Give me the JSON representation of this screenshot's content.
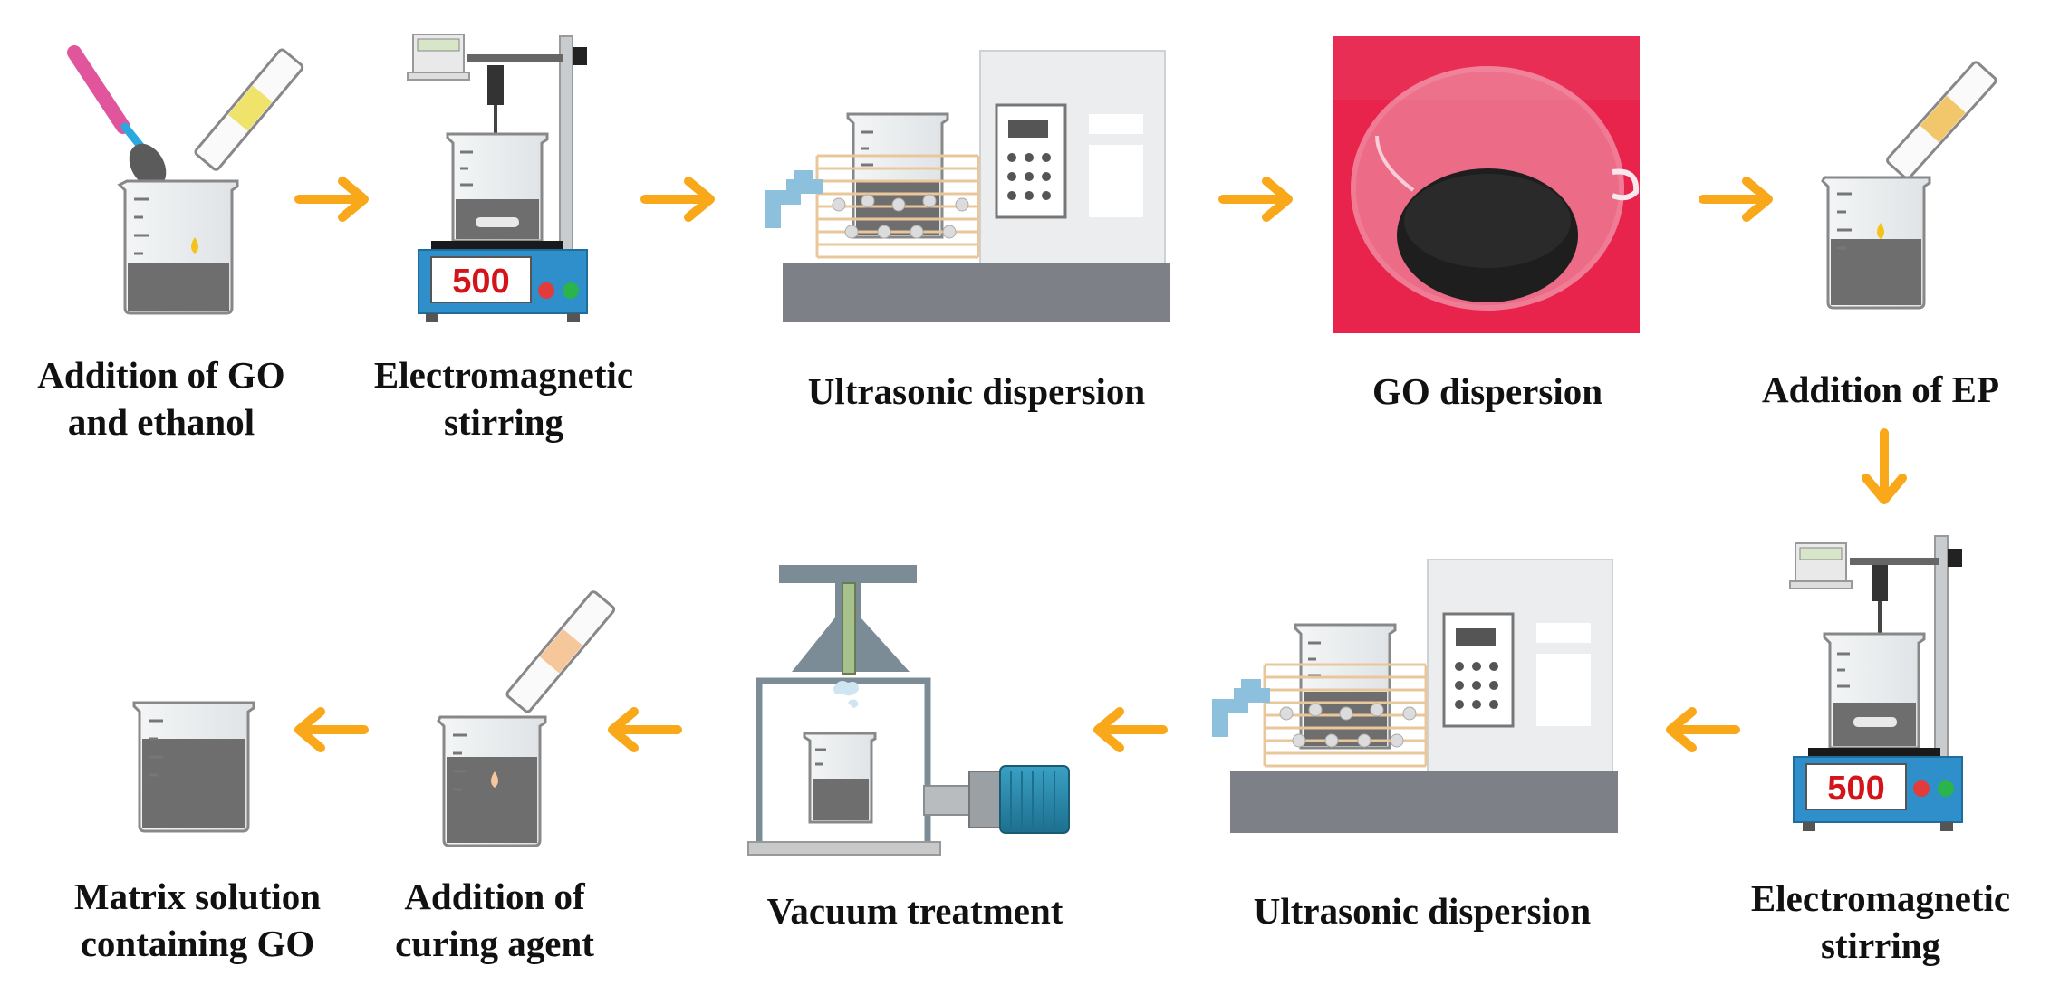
{
  "colors": {
    "arrow": "#F9A81A",
    "beaker_liquid": "#6E6E6E",
    "dark_liquid": "#1E1E1E",
    "photo_background": "#E8234C",
    "stirrer_base": "#2E8FCB",
    "display_digits": "#D4141B",
    "water_pipe": "#8CC0DC",
    "ultrasonic_platform": "#7E8087",
    "ultrasonic_cabinet": "#EBEDEE",
    "ultrasonic_rack": "#E9C79B",
    "vacuum_frame": "#7C8C96",
    "vacuum_pump": "#2A86A8",
    "go_drop": "#F3C31B",
    "curing_agent": "#F6C79A"
  },
  "display_readout": "500",
  "top_row": [
    {
      "line1": "Addition of GO",
      "line2": "and ethanol"
    },
    {
      "line1": "Electromagnetic",
      "line2": "stirring"
    },
    {
      "line1": "Ultrasonic dispersion"
    },
    {
      "line1": "GO dispersion"
    },
    {
      "line1": "Addition of EP"
    }
  ],
  "bottom_row": [
    {
      "line1": "Matrix solution",
      "line2": "containing GO"
    },
    {
      "line1": "Addition of",
      "line2": "curing agent"
    },
    {
      "line1": "Vacuum treatment"
    },
    {
      "line1": "Ultrasonic dispersion"
    },
    {
      "line1": "Electromagnetic",
      "line2": "stirring"
    }
  ]
}
